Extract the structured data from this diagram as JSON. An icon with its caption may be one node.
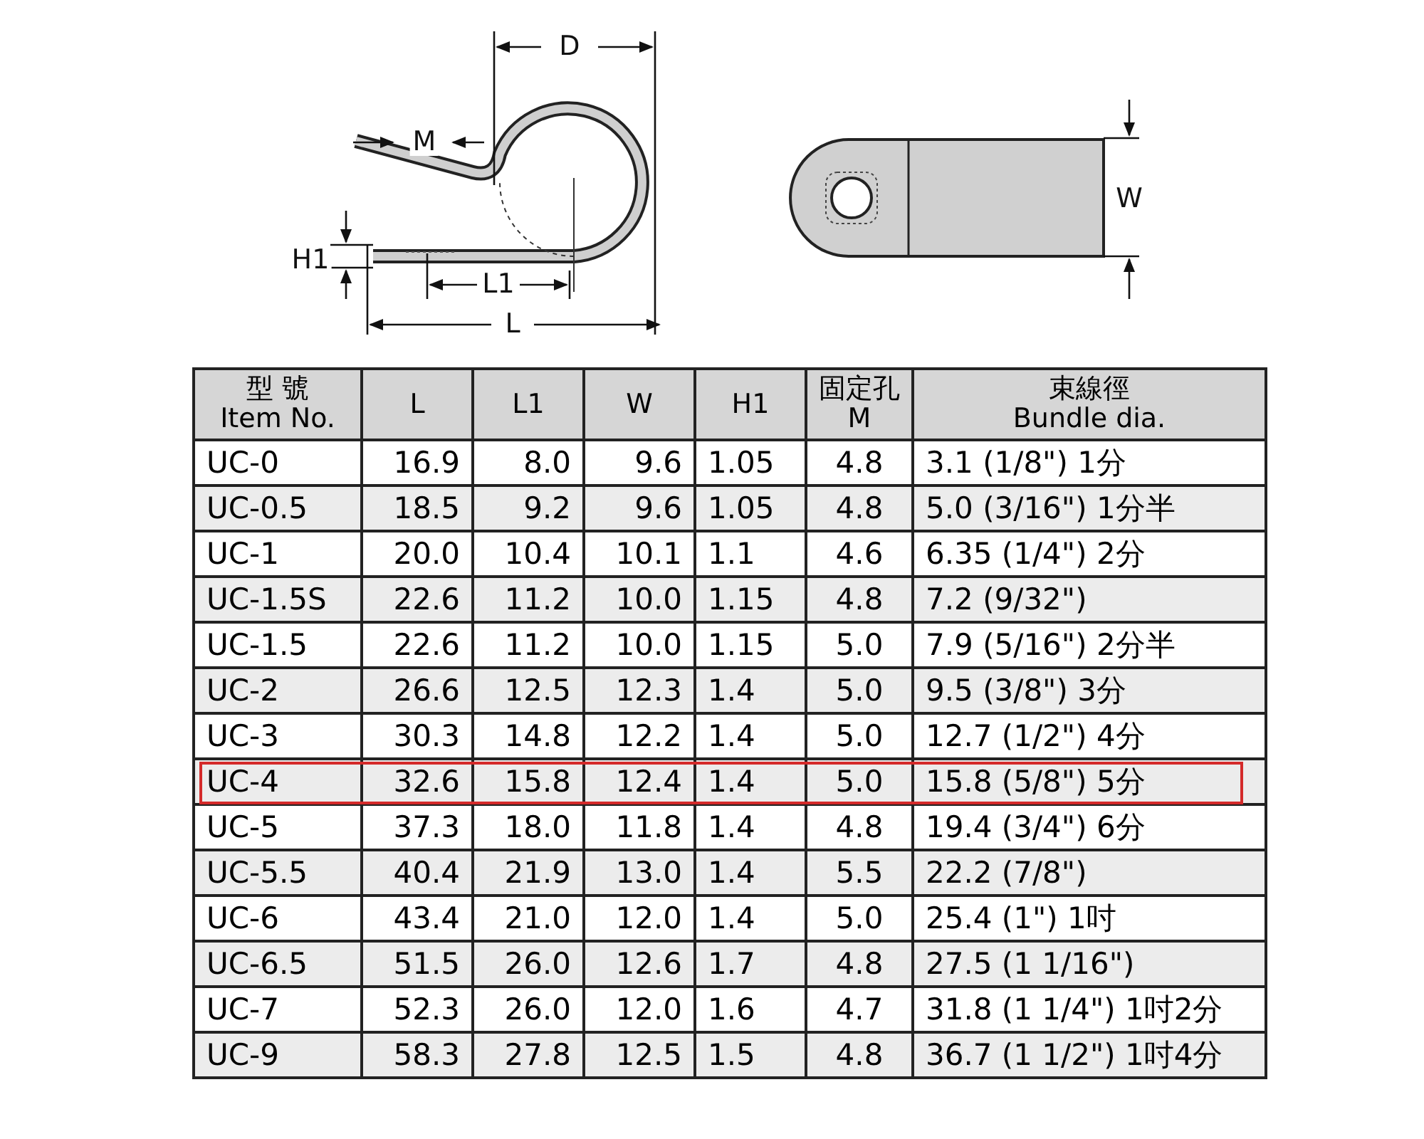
{
  "diagram": {
    "labels": [
      "D",
      "M",
      "H1",
      "L1",
      "L",
      "W",
      "型 號",
      "Item No.",
      "L",
      "L1",
      "W",
      "H1",
      "固定孔",
      "M",
      "束線徑",
      "Bundle dia.",
      "UC-0",
      "16.9",
      "8.0",
      "9.6",
      "1.05",
      "4.8",
      "3.1 (1/8\") 1分",
      "UC-0.5",
      "18.5",
      "9.2",
      "9.6",
      "1.05",
      "4.8",
      "5.0 (3/16\") 1分半",
      "UC-1",
      "20.0",
      "10.4",
      "10.1",
      "1.1",
      "4.6",
      "6.35 (1/4\") 2分",
      "UC-1.5S",
      "22.6",
      "11.2",
      "10.0",
      "1.15",
      "4.8",
      "7.2 (9/32\")",
      "UC-1.5",
      "22.6",
      "11.2",
      "10.0",
      "1.15",
      "5.0",
      "7.9 (5/16\") 2分半",
      "UC-2",
      "26.6",
      "12.5",
      "12.3",
      "1.4",
      "5.0",
      "9.5 (3/8\") 3分",
      "UC-3",
      "30.3",
      "14.8",
      "12.2",
      "1.4",
      "5.0",
      "12.7 (1/2\") 4分",
      "UC-4",
      "32.6",
      "15.8",
      "12.4",
      "1.4",
      "5.0",
      "15.8 (5/8\") 5分",
      "UC-5",
      "37.3",
      "18.0",
      "11.8",
      "1.4",
      "4.8",
      "19.4 (3/4\") 6分",
      "UC-5.5",
      "40.4",
      "21.9",
      "13.0",
      "1.4",
      "5.5",
      "22.2 (7/8\")",
      "UC-6",
      "43.4",
      "21.0",
      "12.0",
      "1.4",
      "5.0",
      "25.4 (1\") 1吋",
      "UC-6.5",
      "51.5",
      "26.0",
      "12.6",
      "1.7",
      "4.8",
      "27.5 (1 1/16\")",
      "UC-7",
      "52.3",
      "26.0",
      "12.0",
      "1.6",
      "4.7",
      "31.8 (1 1/4\") 1吋2分",
      "UC-9",
      "58.3",
      "27.8",
      "12.5",
      "1.5",
      "4.8",
      "36.7 (1 1/2\") 1吋4分"
    ]
  }
}
